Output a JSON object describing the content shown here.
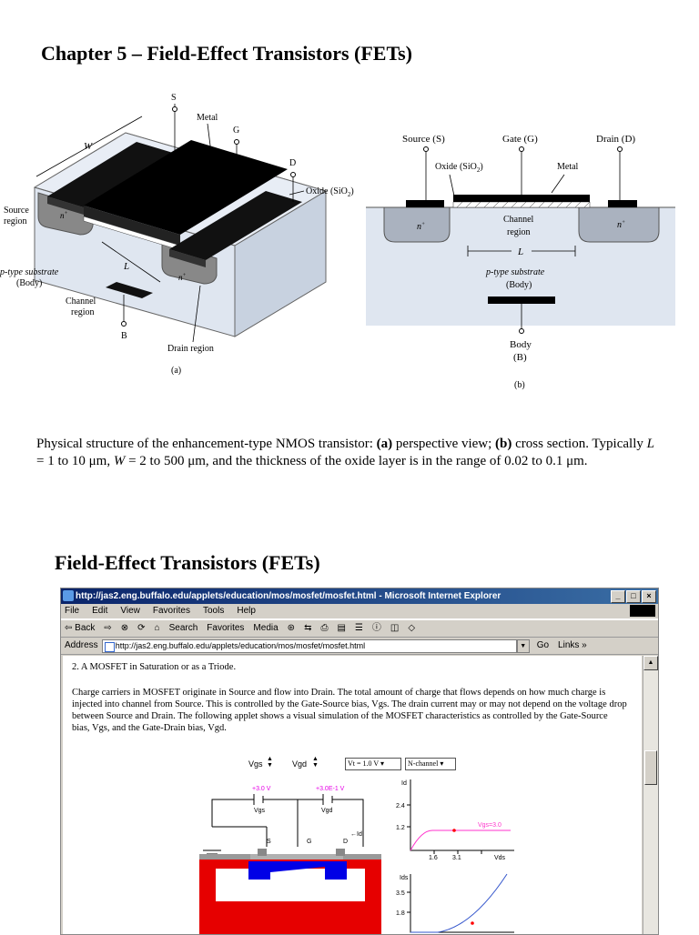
{
  "chapter_title": "Chapter 5 – Field-Effect Transistors (FETs)",
  "fig_a": {
    "labels": {
      "s": "S",
      "metal": "Metal",
      "g": "G",
      "w": "W",
      "d": "D",
      "oxide": "Oxide (SiO",
      "oxide_sub": "2",
      "oxide_close": ")",
      "source1": "Source",
      "source2": "region",
      "nplus": "n",
      "nplus_sup": "+",
      "ptype1": "p-type substrate",
      "ptype2": "(Body)",
      "l": "L",
      "channel1": "Channel",
      "channel2": "region",
      "b": "B",
      "drain": "Drain region",
      "caption": "(a)"
    }
  },
  "fig_b": {
    "labels": {
      "source": "Source (S)",
      "gate": "Gate (G)",
      "drain": "Drain (D)",
      "oxide": "Oxide (SiO",
      "oxide_sub": "2",
      "oxide_close": ")",
      "metal": "Metal",
      "nplus": "n",
      "nplus_sup": "+",
      "channel1": "Channel",
      "channel2": "region",
      "l": "L",
      "ptype1": "p-type substrate",
      "ptype2": "(Body)",
      "body1": "Body",
      "body2": "(B)",
      "caption": "(b)"
    }
  },
  "caption": {
    "part1": "Physical structure of the enhancement-type NMOS transistor:  ",
    "a": "(a)",
    "part2": " perspective view; ",
    "b": "(b)",
    "part3": " cross section.  Typically ",
    "l": "L",
    "part4": " = 1 to 10 μm, ",
    "w": "W",
    "part5": " = 2 to 500 μm, and the thickness of the oxide layer is in the range of 0.02 to 0.1 μm."
  },
  "section_title": "Field-Effect Transistors (FETs)",
  "browser": {
    "title": "http://jas2.eng.buffalo.edu/applets/education/mos/mosfet/mosfet.html - Microsoft Internet Explorer",
    "window_buttons": [
      "_",
      "□",
      "×"
    ],
    "menu": [
      "File",
      "Edit",
      "View",
      "Favorites",
      "Tools",
      "Help"
    ],
    "toolbar": [
      "⇦ Back",
      "⇨",
      "⊗",
      "⟳",
      "⌂",
      "Search",
      "Favorites",
      "Media",
      "⊛",
      "⇆",
      "⎙",
      "▤",
      "☰",
      "ⓘ",
      "◫",
      "◇"
    ],
    "address_label": "Address",
    "address": "http://jas2.eng.buffalo.edu/applets/education/mos/mosfet/mosfet.html",
    "go": "Go",
    "links": "Links »"
  },
  "page": {
    "heading": "2. A MOSFET in Saturation or as a Triode.",
    "paragraph": "Charge carriers in MOSFET originate in Source and flow into Drain. The total amount of charge that flows depends on how much charge is injected into channel from Source. This is controlled by the Gate-Source bias, Vgs.  The drain current may or may not depend on the voltage drop between Source and Drain. The following applet shows a visual simulation of the MOSFET characteristics as controlled by the Gate-Source bias, Vgs, and the Gate-Drain bias, Vgd.",
    "applet": {
      "vgs_label": "Vgs",
      "vgd_label": "Vgd",
      "vt_select": "Vt = 1.0 V",
      "channel_select": "N-channel",
      "vgs_value": "+3.0 V",
      "vgd_value": "+3.0E-1 V",
      "vgs_sub": "Vgs",
      "vgd_sub": "Vgd",
      "s": "S",
      "g": "G",
      "d": "D",
      "id_arrow": "←Id",
      "plot1": {
        "ylabel": "Id",
        "ticks_y": [
          "2.4",
          "1.2"
        ],
        "ticks_x": [
          "1.6",
          "3.1"
        ],
        "xlabel": "Vds",
        "curve_label": "Vgs=3.0"
      },
      "plot2": {
        "ylabel": "Ids",
        "ticks_y": [
          "3.5",
          "1.8"
        ]
      }
    }
  },
  "colors": {
    "substrate": "#dfe6f0",
    "ie_title": "#0a246a",
    "applet_red": "#e60000",
    "applet_blue": "#0000e6",
    "curve_pink": "#ff33cc"
  }
}
